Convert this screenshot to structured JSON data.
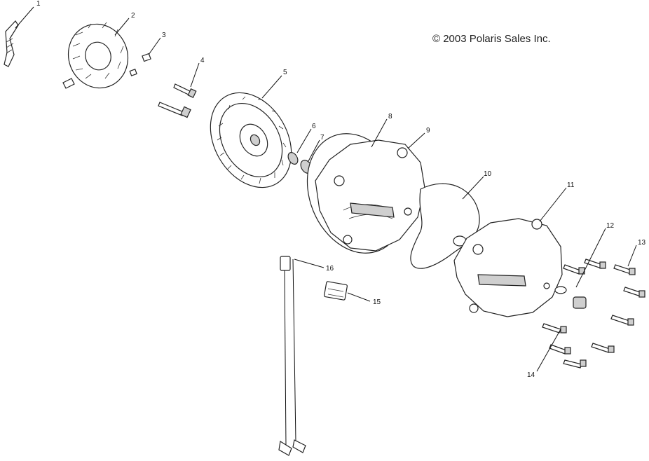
{
  "copyright": "© 2003 Polaris Sales Inc.",
  "callouts": [
    "1",
    "2",
    "3",
    "4",
    "5",
    "6",
    "7",
    "8",
    "9",
    "10",
    "11",
    "12",
    "13",
    "14",
    "15",
    "16"
  ]
}
